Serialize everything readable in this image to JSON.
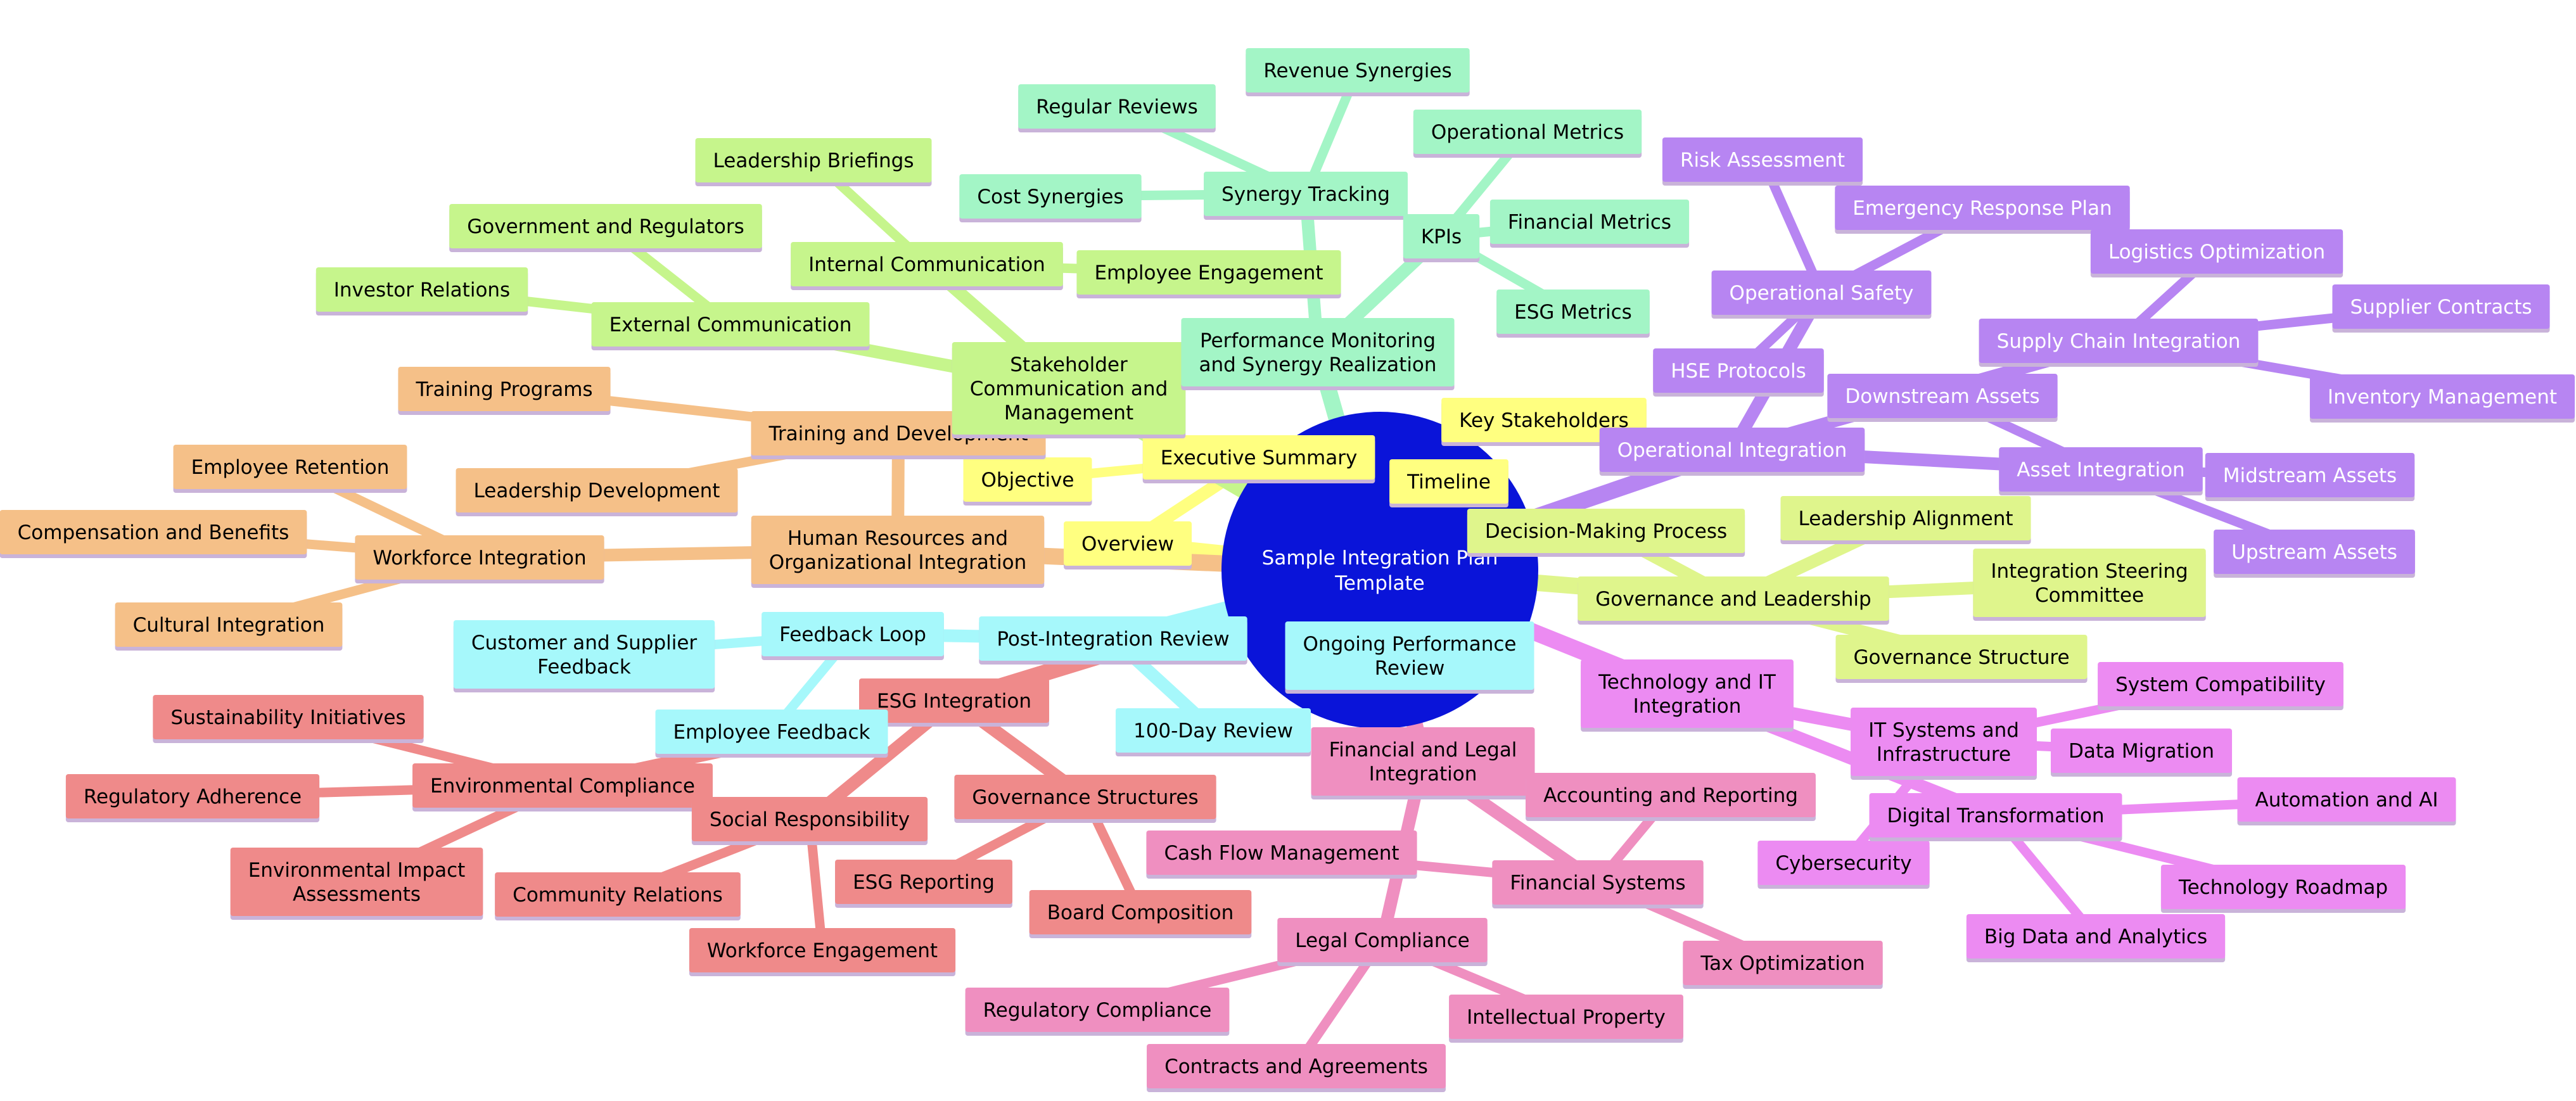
{
  "root": {
    "text": "Sample Integration Plan Template",
    "lines": [
      "Sample Integration Plan",
      "Template"
    ],
    "color": "#0a14d9",
    "text_color": "#ffffff"
  },
  "branch_colors": {
    "overview": {
      "fill": "#ffff80",
      "stroke": "#ffff80",
      "text": "#000000"
    },
    "governance": {
      "fill": "#dff58c",
      "stroke": "#dff58c",
      "text": "#000000"
    },
    "operational": {
      "fill": "#b785f2",
      "stroke": "#b785f2",
      "text": "#ffffff"
    },
    "technology": {
      "fill": "#ec8bf2",
      "stroke": "#ec8bf2",
      "text": "#000000"
    },
    "financial": {
      "fill": "#ef8fc0",
      "stroke": "#ef8fc0",
      "text": "#000000"
    },
    "esg": {
      "fill": "#ef8a8a",
      "stroke": "#ef8a8a",
      "text": "#000000"
    },
    "review": {
      "fill": "#a6f8fb",
      "stroke": "#a6f8fb",
      "text": "#000000"
    },
    "hr": {
      "fill": "#f5c088",
      "stroke": "#f5c088",
      "text": "#000000"
    },
    "stakeholder": {
      "fill": "#c6f58c",
      "stroke": "#c6f58c",
      "text": "#000000"
    },
    "performance": {
      "fill": "#a3f5c6",
      "stroke": "#a3f5c6",
      "text": "#000000"
    }
  },
  "nodes": [
    {
      "id": "overview",
      "branch": "overview",
      "lines": [
        "Overview"
      ],
      "parent": "root"
    },
    {
      "id": "exec_summary",
      "branch": "overview",
      "lines": [
        "Executive Summary"
      ],
      "parent": "overview"
    },
    {
      "id": "objective",
      "branch": "overview",
      "lines": [
        "Objective"
      ],
      "parent": "exec_summary"
    },
    {
      "id": "key_stakeholders",
      "branch": "overview",
      "lines": [
        "Key Stakeholders"
      ],
      "parent": "exec_summary"
    },
    {
      "id": "timeline",
      "branch": "overview",
      "lines": [
        "Timeline"
      ],
      "parent": "exec_summary"
    },
    {
      "id": "governance",
      "branch": "governance",
      "lines": [
        "Governance and Leadership"
      ],
      "parent": "root"
    },
    {
      "id": "decision_making",
      "branch": "governance",
      "lines": [
        "Decision-Making Process"
      ],
      "parent": "governance"
    },
    {
      "id": "leadership_alignment",
      "branch": "governance",
      "lines": [
        "Leadership Alignment"
      ],
      "parent": "governance"
    },
    {
      "id": "steering_committee",
      "branch": "governance",
      "lines": [
        "Integration Steering",
        "Committee"
      ],
      "parent": "governance"
    },
    {
      "id": "governance_structure",
      "branch": "governance",
      "lines": [
        "Governance Structure"
      ],
      "parent": "governance"
    },
    {
      "id": "operational",
      "branch": "operational",
      "lines": [
        "Operational Integration"
      ],
      "parent": "root"
    },
    {
      "id": "operational_safety",
      "branch": "operational",
      "lines": [
        "Operational Safety"
      ],
      "parent": "operational"
    },
    {
      "id": "risk_assessment",
      "branch": "operational",
      "lines": [
        "Risk Assessment"
      ],
      "parent": "operational_safety"
    },
    {
      "id": "emergency_response",
      "branch": "operational",
      "lines": [
        "Emergency Response Plan"
      ],
      "parent": "operational_safety"
    },
    {
      "id": "hse_protocols",
      "branch": "operational",
      "lines": [
        "HSE Protocols"
      ],
      "parent": "operational_safety"
    },
    {
      "id": "supply_chain",
      "branch": "operational",
      "lines": [
        "Supply Chain Integration"
      ],
      "parent": "operational"
    },
    {
      "id": "logistics",
      "branch": "operational",
      "lines": [
        "Logistics Optimization"
      ],
      "parent": "supply_chain"
    },
    {
      "id": "supplier_contracts",
      "branch": "operational",
      "lines": [
        "Supplier Contracts"
      ],
      "parent": "supply_chain"
    },
    {
      "id": "inventory",
      "branch": "operational",
      "lines": [
        "Inventory Management"
      ],
      "parent": "supply_chain"
    },
    {
      "id": "asset_integration",
      "branch": "operational",
      "lines": [
        "Asset Integration"
      ],
      "parent": "operational"
    },
    {
      "id": "downstream",
      "branch": "operational",
      "lines": [
        "Downstream Assets"
      ],
      "parent": "asset_integration"
    },
    {
      "id": "midstream",
      "branch": "operational",
      "lines": [
        "Midstream Assets"
      ],
      "parent": "asset_integration"
    },
    {
      "id": "upstream",
      "branch": "operational",
      "lines": [
        "Upstream Assets"
      ],
      "parent": "asset_integration"
    },
    {
      "id": "technology",
      "branch": "technology",
      "lines": [
        "Technology and IT",
        "Integration"
      ],
      "parent": "root"
    },
    {
      "id": "it_systems",
      "branch": "technology",
      "lines": [
        "IT Systems and",
        "Infrastructure"
      ],
      "parent": "technology"
    },
    {
      "id": "system_compat",
      "branch": "technology",
      "lines": [
        "System Compatibility"
      ],
      "parent": "it_systems"
    },
    {
      "id": "data_migration",
      "branch": "technology",
      "lines": [
        "Data Migration"
      ],
      "parent": "it_systems"
    },
    {
      "id": "cybersecurity",
      "branch": "technology",
      "lines": [
        "Cybersecurity"
      ],
      "parent": "it_systems"
    },
    {
      "id": "digital_transformation",
      "branch": "technology",
      "lines": [
        "Digital Transformation"
      ],
      "parent": "technology"
    },
    {
      "id": "automation_ai",
      "branch": "technology",
      "lines": [
        "Automation and AI"
      ],
      "parent": "digital_transformation"
    },
    {
      "id": "tech_roadmap",
      "branch": "technology",
      "lines": [
        "Technology Roadmap"
      ],
      "parent": "digital_transformation"
    },
    {
      "id": "big_data",
      "branch": "technology",
      "lines": [
        "Big Data and Analytics"
      ],
      "parent": "digital_transformation"
    },
    {
      "id": "financial",
      "branch": "financial",
      "lines": [
        "Financial and Legal",
        "Integration"
      ],
      "parent": "root"
    },
    {
      "id": "financial_systems",
      "branch": "financial",
      "lines": [
        "Financial Systems"
      ],
      "parent": "financial"
    },
    {
      "id": "accounting",
      "branch": "financial",
      "lines": [
        "Accounting and Reporting"
      ],
      "parent": "financial_systems"
    },
    {
      "id": "cash_flow",
      "branch": "financial",
      "lines": [
        "Cash Flow Management"
      ],
      "parent": "financial_systems"
    },
    {
      "id": "tax_optimization",
      "branch": "financial",
      "lines": [
        "Tax Optimization"
      ],
      "parent": "financial_systems"
    },
    {
      "id": "legal_compliance",
      "branch": "financial",
      "lines": [
        "Legal Compliance"
      ],
      "parent": "financial"
    },
    {
      "id": "regulatory_compliance",
      "branch": "financial",
      "lines": [
        "Regulatory Compliance"
      ],
      "parent": "legal_compliance"
    },
    {
      "id": "intellectual_property",
      "branch": "financial",
      "lines": [
        "Intellectual Property"
      ],
      "parent": "legal_compliance"
    },
    {
      "id": "contracts",
      "branch": "financial",
      "lines": [
        "Contracts and Agreements"
      ],
      "parent": "legal_compliance"
    },
    {
      "id": "esg",
      "branch": "esg",
      "lines": [
        "ESG Integration"
      ],
      "parent": "root"
    },
    {
      "id": "environmental_compliance",
      "branch": "esg",
      "lines": [
        "Environmental Compliance"
      ],
      "parent": "esg"
    },
    {
      "id": "sustainability",
      "branch": "esg",
      "lines": [
        "Sustainability Initiatives"
      ],
      "parent": "environmental_compliance"
    },
    {
      "id": "regulatory_adherence",
      "branch": "esg",
      "lines": [
        "Regulatory Adherence"
      ],
      "parent": "environmental_compliance"
    },
    {
      "id": "env_impact",
      "branch": "esg",
      "lines": [
        "Environmental Impact",
        "Assessments"
      ],
      "parent": "environmental_compliance"
    },
    {
      "id": "social_responsibility",
      "branch": "esg",
      "lines": [
        "Social Responsibility"
      ],
      "parent": "esg"
    },
    {
      "id": "community_relations",
      "branch": "esg",
      "lines": [
        "Community Relations"
      ],
      "parent": "social_responsibility"
    },
    {
      "id": "workforce_engagement",
      "branch": "esg",
      "lines": [
        "Workforce Engagement"
      ],
      "parent": "social_responsibility"
    },
    {
      "id": "governance_structures",
      "branch": "esg",
      "lines": [
        "Governance Structures"
      ],
      "parent": "esg"
    },
    {
      "id": "esg_reporting",
      "branch": "esg",
      "lines": [
        "ESG Reporting"
      ],
      "parent": "governance_structures"
    },
    {
      "id": "board_composition",
      "branch": "esg",
      "lines": [
        "Board Composition"
      ],
      "parent": "governance_structures"
    },
    {
      "id": "post_review",
      "branch": "review",
      "lines": [
        "Post-Integration Review"
      ],
      "parent": "root"
    },
    {
      "id": "feedback_loop",
      "branch": "review",
      "lines": [
        "Feedback Loop"
      ],
      "parent": "post_review"
    },
    {
      "id": "customer_feedback",
      "branch": "review",
      "lines": [
        "Customer and Supplier",
        "Feedback"
      ],
      "parent": "feedback_loop"
    },
    {
      "id": "employee_feedback",
      "branch": "review",
      "lines": [
        "Employee Feedback"
      ],
      "parent": "feedback_loop"
    },
    {
      "id": "day100_review",
      "branch": "review",
      "lines": [
        "100-Day Review"
      ],
      "parent": "post_review"
    },
    {
      "id": "ongoing_review",
      "branch": "review",
      "lines": [
        "Ongoing Performance",
        "Review"
      ],
      "parent": "post_review"
    },
    {
      "id": "hr",
      "branch": "hr",
      "lines": [
        "Human Resources and",
        "Organizational Integration"
      ],
      "parent": "root"
    },
    {
      "id": "training_dev",
      "branch": "hr",
      "lines": [
        "Training and Development"
      ],
      "parent": "hr"
    },
    {
      "id": "training_programs",
      "branch": "hr",
      "lines": [
        "Training Programs"
      ],
      "parent": "training_dev"
    },
    {
      "id": "leadership_dev",
      "branch": "hr",
      "lines": [
        "Leadership Development"
      ],
      "parent": "training_dev"
    },
    {
      "id": "workforce_integration",
      "branch": "hr",
      "lines": [
        "Workforce Integration"
      ],
      "parent": "hr"
    },
    {
      "id": "employee_retention",
      "branch": "hr",
      "lines": [
        "Employee Retention"
      ],
      "parent": "workforce_integration"
    },
    {
      "id": "compensation",
      "branch": "hr",
      "lines": [
        "Compensation and Benefits"
      ],
      "parent": "workforce_integration"
    },
    {
      "id": "cultural_integration",
      "branch": "hr",
      "lines": [
        "Cultural Integration"
      ],
      "parent": "workforce_integration"
    },
    {
      "id": "stakeholder",
      "branch": "stakeholder",
      "lines": [
        "Stakeholder",
        "Communication and",
        "Management"
      ],
      "parent": "root"
    },
    {
      "id": "internal_comm",
      "branch": "stakeholder",
      "lines": [
        "Internal Communication"
      ],
      "parent": "stakeholder"
    },
    {
      "id": "leadership_briefings",
      "branch": "stakeholder",
      "lines": [
        "Leadership Briefings"
      ],
      "parent": "internal_comm"
    },
    {
      "id": "employee_engagement",
      "branch": "stakeholder",
      "lines": [
        "Employee Engagement"
      ],
      "parent": "internal_comm"
    },
    {
      "id": "external_comm",
      "branch": "stakeholder",
      "lines": [
        "External Communication"
      ],
      "parent": "stakeholder"
    },
    {
      "id": "gov_regulators",
      "branch": "stakeholder",
      "lines": [
        "Government and Regulators"
      ],
      "parent": "external_comm"
    },
    {
      "id": "investor_relations",
      "branch": "stakeholder",
      "lines": [
        "Investor Relations"
      ],
      "parent": "external_comm"
    },
    {
      "id": "performance",
      "branch": "performance",
      "lines": [
        "Performance Monitoring",
        "and Synergy Realization"
      ],
      "parent": "root"
    },
    {
      "id": "synergy_tracking",
      "branch": "performance",
      "lines": [
        "Synergy Tracking"
      ],
      "parent": "performance"
    },
    {
      "id": "revenue_synergies",
      "branch": "performance",
      "lines": [
        "Revenue Synergies"
      ],
      "parent": "synergy_tracking"
    },
    {
      "id": "regular_reviews",
      "branch": "performance",
      "lines": [
        "Regular Reviews"
      ],
      "parent": "synergy_tracking"
    },
    {
      "id": "cost_synergies",
      "branch": "performance",
      "lines": [
        "Cost Synergies"
      ],
      "parent": "synergy_tracking"
    },
    {
      "id": "kpis",
      "branch": "performance",
      "lines": [
        "KPIs"
      ],
      "parent": "performance"
    },
    {
      "id": "operational_metrics",
      "branch": "performance",
      "lines": [
        "Operational Metrics"
      ],
      "parent": "kpis"
    },
    {
      "id": "financial_metrics",
      "branch": "performance",
      "lines": [
        "Financial Metrics"
      ],
      "parent": "kpis"
    },
    {
      "id": "esg_metrics",
      "branch": "performance",
      "lines": [
        "ESG Metrics"
      ],
      "parent": "kpis"
    }
  ]
}
